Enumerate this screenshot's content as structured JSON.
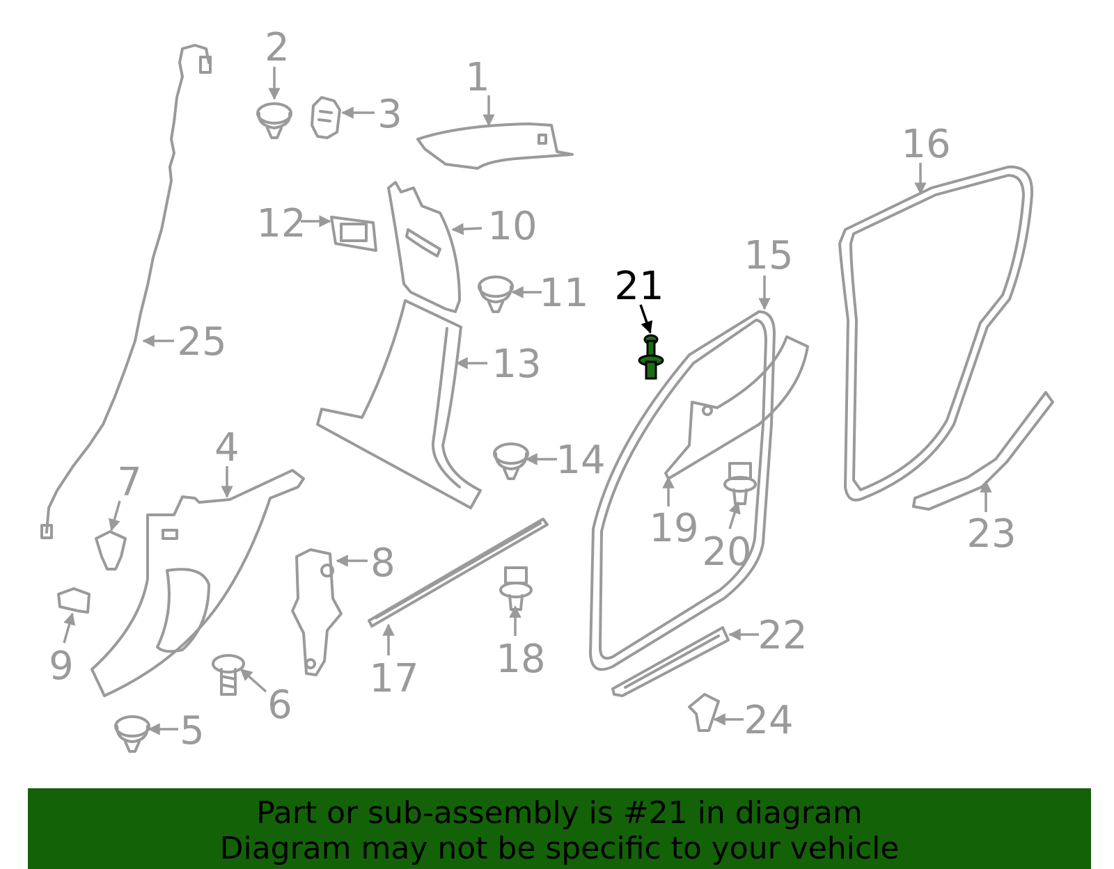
{
  "callouts": [
    "1",
    "2",
    "3",
    "4",
    "5",
    "6",
    "7",
    "8",
    "9",
    "10",
    "11",
    "12",
    "13",
    "14",
    "15",
    "16",
    "17",
    "18",
    "19",
    "20",
    "21",
    "22",
    "23",
    "24",
    "25"
  ],
  "highlighted_callout": "21",
  "colors": {
    "part_line": "#9a9a9a",
    "highlight_part": "#1d6b16",
    "banner_bg": "#136208",
    "banner_text": "#000000"
  },
  "banner": {
    "line1": "Part or sub-assembly is #21 in diagram",
    "line2": "Diagram may not be specific to your vehicle"
  }
}
